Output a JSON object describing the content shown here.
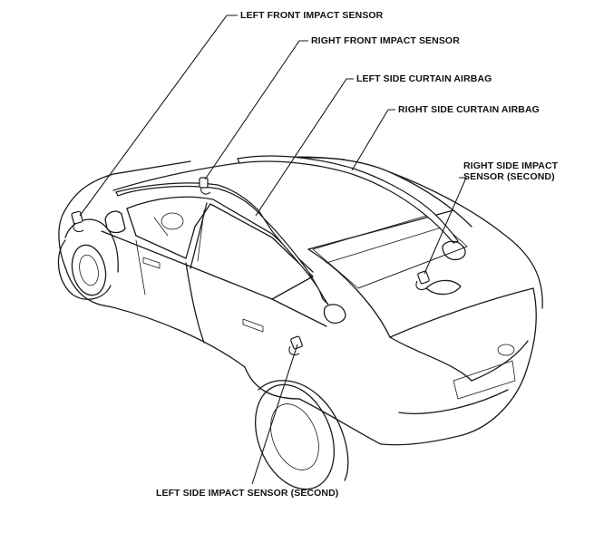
{
  "labels": {
    "left_front_impact_sensor": "LEFT FRONT IMPACT SENSOR",
    "right_front_impact_sensor": "RIGHT FRONT IMPACT SENSOR",
    "left_side_curtain_airbag": "LEFT SIDE CURTAIN AIRBAG",
    "right_side_curtain_airbag": "RIGHT SIDE CURTAIN AIRBAG",
    "right_side_impact_sensor_line1": "RIGHT SIDE IMPACT",
    "right_side_impact_sensor_line2": "SENSOR (SECOND)",
    "left_side_impact_sensor": "LEFT SIDE IMPACT SENSOR (SECOND)"
  },
  "colors": {
    "line": "#1a1a1a",
    "background": "#ffffff"
  }
}
